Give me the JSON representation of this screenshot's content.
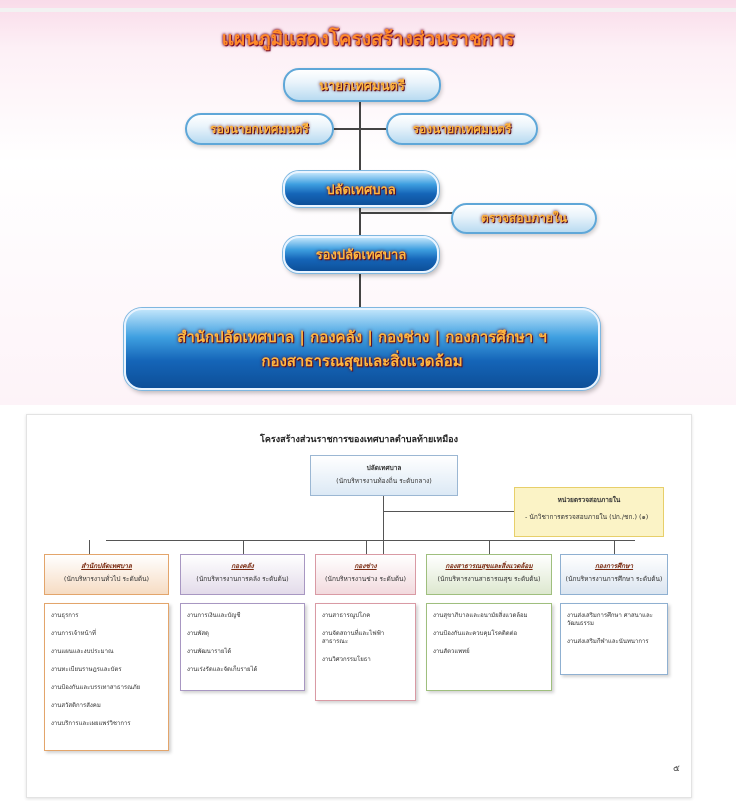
{
  "infographic": {
    "title": "แผนภูมิแสดงโครงสร้างส่วนราชการ",
    "mayor": "นายกเทศมนตรี",
    "deputy_mayor_left": "รองนายกเทศมนตรี",
    "deputy_mayor_right": "รองนายกเทศมนตรี",
    "municipal_clerk": "ปลัดเทศบาล",
    "internal_audit": "ตรวจสอบภายใน",
    "deputy_clerk": "รองปลัดเทศบาล",
    "divisions_line1": "สำนักปลัดเทศบาล | กองคลัง | กองช่าง | กองการศึกษา ฯ",
    "divisions_line2": "กองสาธารณสุขและสิ่งแวดล้อม"
  },
  "orgchart": {
    "title": "โครงสร้างส่วนราชการของเทศบาลตำบลท้ายเหมือง",
    "top": {
      "name": "ปลัดเทศบาล",
      "sub": "(นักบริหารงานท้องถิ่น ระดับกลาง)"
    },
    "audit": {
      "name": "หน่วยตรวจสอบภายใน",
      "sub": "- นักวิชาการตรวจสอบภายใน (ปก./ชก.) (๑)"
    },
    "page_no": "๕",
    "colors": {
      "d1": "#f6dcc3",
      "d2": "#e3dbea",
      "d3": "#f2dade",
      "d4": "#dde8cf",
      "d5": "#dbe5f0",
      "audit": "#fbf3c6",
      "top": "#dce9f5"
    },
    "divisions": [
      {
        "name": "สำนักปลัดเทศบาล",
        "sub": "(นักบริหารงานทั่วไป ระดับต้น)",
        "items": [
          "งานธุรการ",
          "งานการเจ้าหน้าที่",
          "งานแผนและงบประมาณ",
          "งานทะเบียนราษฎรและบัตร",
          "งานป้องกันและบรรเทาสาธารณภัย",
          "งานสวัสดิการสังคม",
          "งานบริการและเผยแพร่วิชาการ"
        ]
      },
      {
        "name": "กองคลัง",
        "sub": "(นักบริหารงานการคลัง ระดับต้น)",
        "items": [
          "งานการเงินและบัญชี",
          "งานพัสดุ",
          "งานพัฒนารายได้",
          "งานเร่งรัดและจัดเก็บรายได้"
        ]
      },
      {
        "name": "กองช่าง",
        "sub": "(นักบริหารงานช่าง ระดับต้น)",
        "items": [
          "งานสาธารณูปโภค",
          "งานจัดสถานที่และไฟฟ้าสาธารณะ",
          "งานวิศวกรรมโยธา"
        ]
      },
      {
        "name": "กองสาธารณสุขและสิ่งแวดล้อม",
        "sub": "(นักบริหารงานสาธารณสุข ระดับต้น)",
        "items": [
          "งานสุขาภิบาลและอนามัยสิ่งแวดล้อม",
          "งานป้องกันและควบคุมโรคติดต่อ",
          "งานสัตวแพทย์"
        ]
      },
      {
        "name": "กองการศึกษา",
        "sub": "(นักบริหารงานการศึกษา ระดับต้น)",
        "items": [
          "งานส่งเสริมการศึกษา ศาสนาและวัฒนธรรม",
          "งานส่งเสริมกีฬาและนันทนาการ"
        ]
      }
    ]
  }
}
